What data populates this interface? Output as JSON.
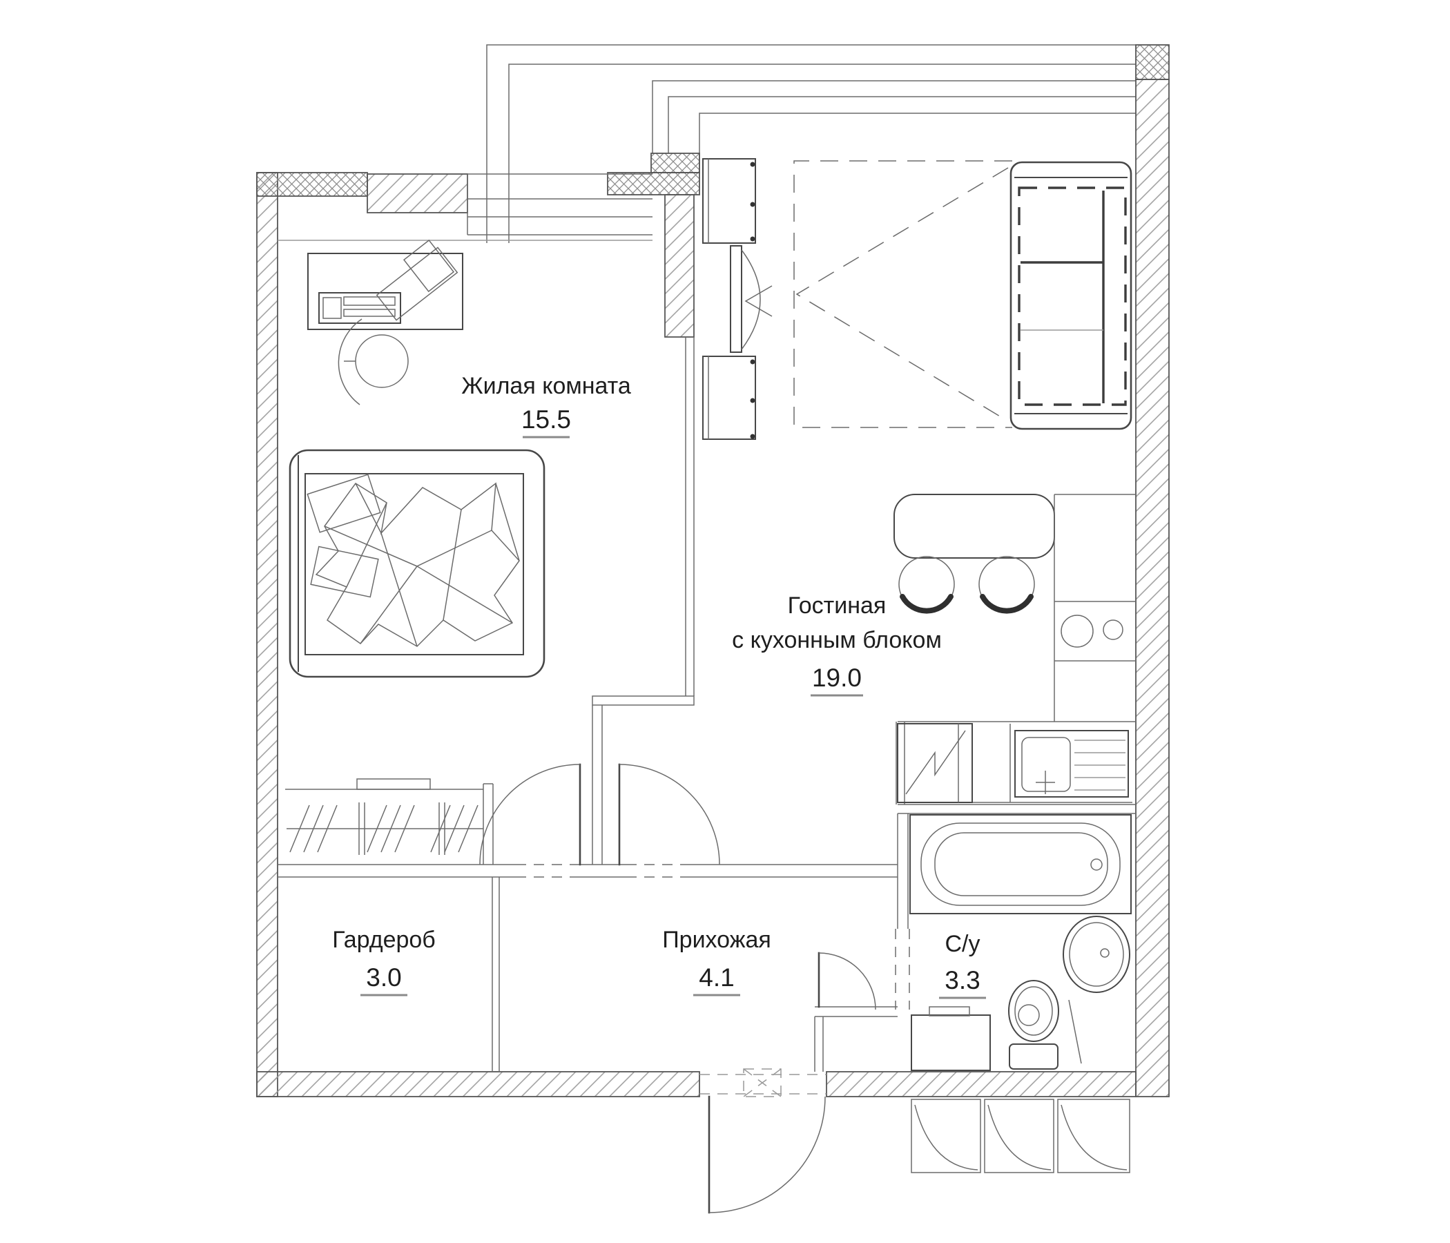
{
  "page": {
    "kind": "apartment-floor-plan",
    "background": "#ffffff"
  },
  "colors": {
    "line": "#474747",
    "wall_hatch": "#9b9b9b",
    "text": "#1e1e1e",
    "underline": "#8a8a8a",
    "furniture_fill": "#c9c9c9"
  },
  "rooms": [
    {
      "name": "bedroom",
      "label": "Жилая комната",
      "area": "15.5"
    },
    {
      "name": "living-kitchen",
      "label_line1": "Гостиная",
      "label_line2": "с кухонным блоком",
      "area": "19.0"
    },
    {
      "name": "wardrobe",
      "label": "Гардероб",
      "area": "3.0"
    },
    {
      "name": "hallway",
      "label": "Прихожая",
      "area": "4.1"
    },
    {
      "name": "bathroom",
      "label": "С/у",
      "area": "3.3"
    }
  ]
}
